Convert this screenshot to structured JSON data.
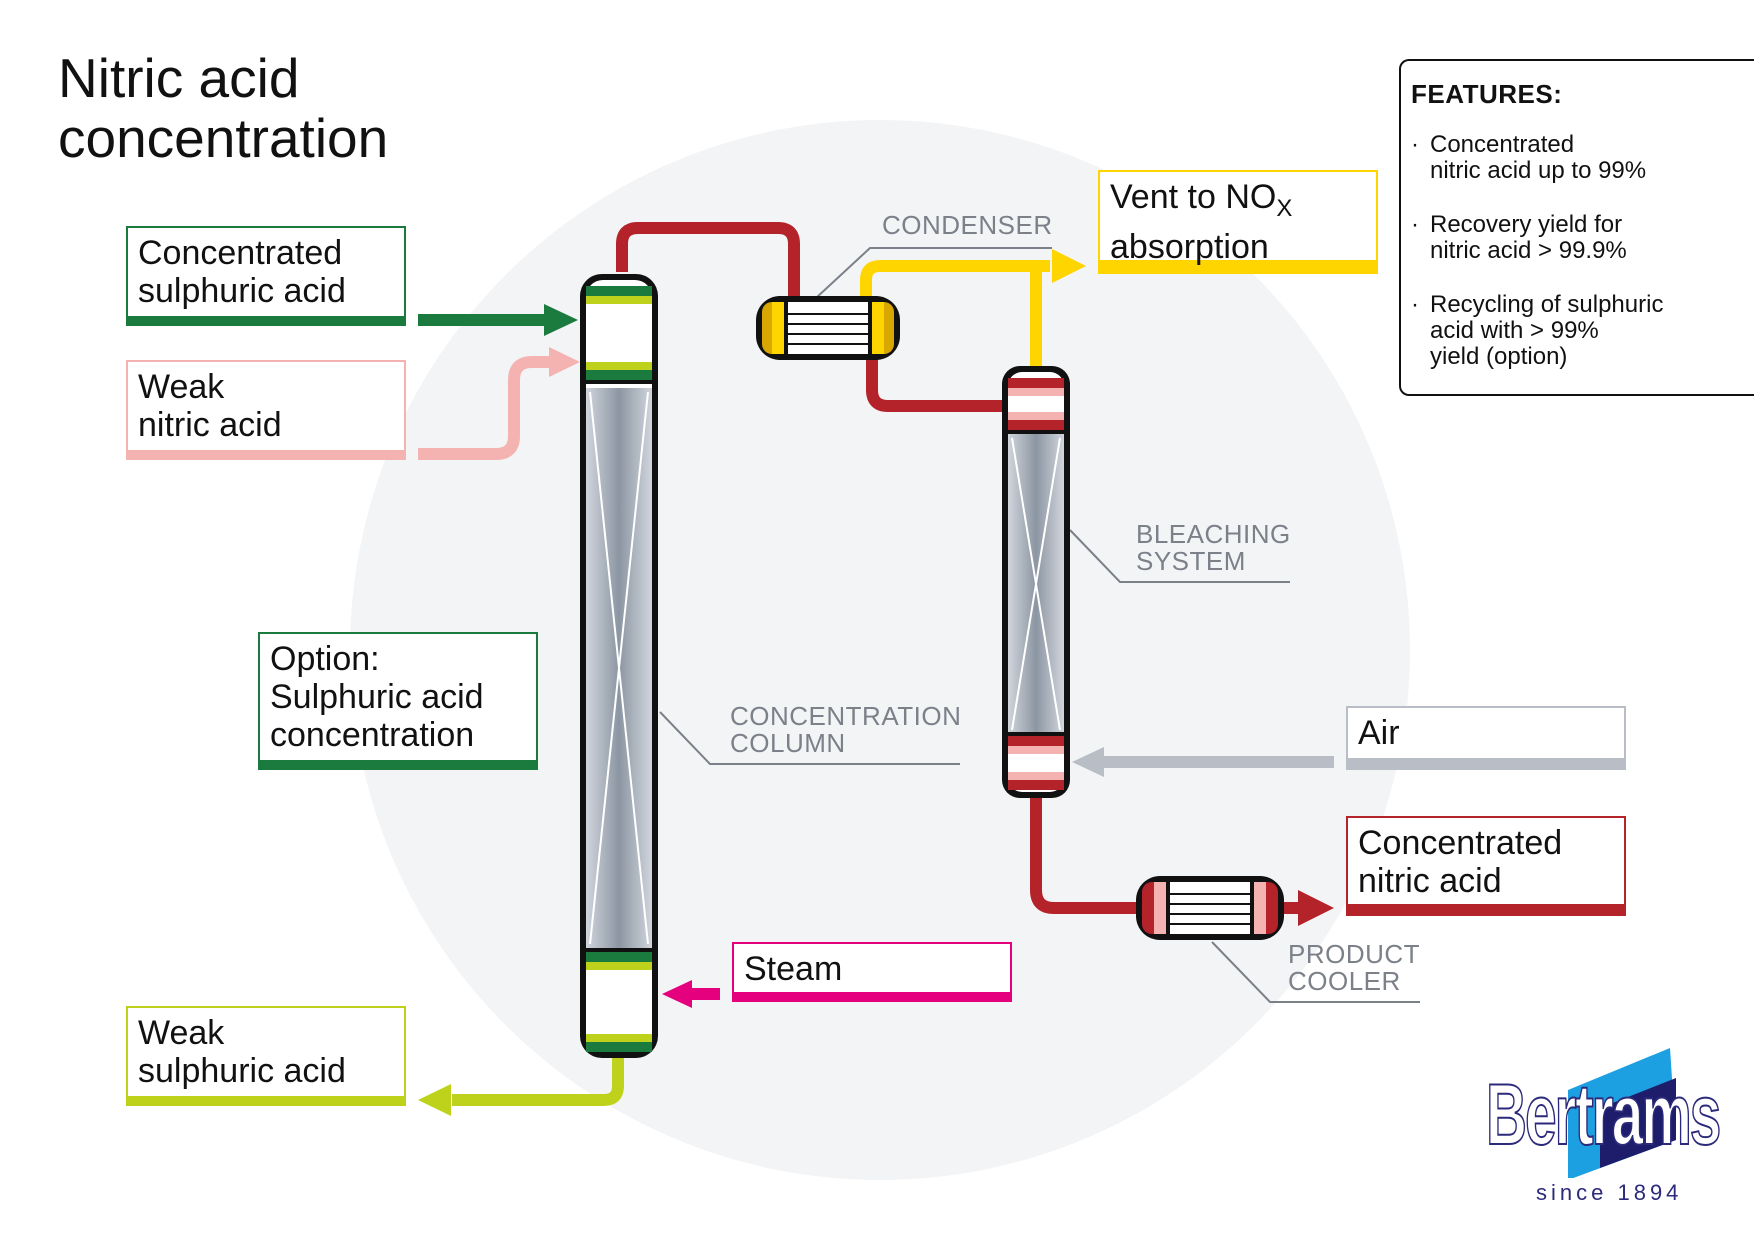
{
  "title_lines": [
    "Nitric acid",
    "concentration"
  ],
  "inputs": {
    "conc_sulphuric": [
      "Concentrated",
      "sulphuric acid"
    ],
    "weak_nitric": [
      "Weak",
      "nitric acid"
    ],
    "option": [
      "Option:",
      "Sulphuric acid",
      "concentration"
    ],
    "weak_sulphuric": [
      "Weak",
      "sulphuric acid"
    ],
    "steam": "Steam",
    "vent": [
      "Vent to NO",
      "X",
      "absorption"
    ],
    "air": "Air",
    "conc_nitric": [
      "Concentrated",
      "nitric acid"
    ]
  },
  "equipment": {
    "condenser": "CONDENSER",
    "column": [
      "CONCENTRATION",
      "COLUMN"
    ],
    "bleaching": [
      "BLEACHING",
      "SYSTEM"
    ],
    "cooler": [
      "PRODUCT",
      "COOLER"
    ]
  },
  "features": {
    "title": "FEATURES:",
    "items": [
      "Concentrated\nnitric acid up to 99%",
      "Recovery yield for\nnitric acid > 99.9%",
      "Recycling of sulphuric\nacid with > 99%\nyield (option)"
    ]
  },
  "logo": {
    "name": "Bertrams",
    "since": "since 1894"
  },
  "colors": {
    "dark_green": "#1b7a3e",
    "pink": "#f4b3b0",
    "lime": "#bfd21b",
    "red": "#b5232a",
    "yellow": "#ffd500",
    "magenta": "#e5007e",
    "grey": "#b9bec6",
    "background_disc": "#f3f4f6"
  }
}
